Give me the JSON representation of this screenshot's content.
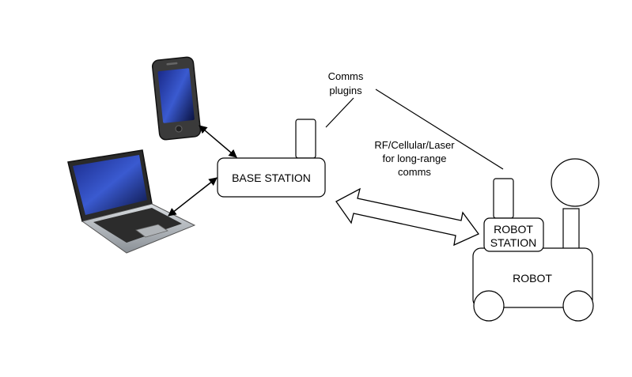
{
  "nodes": {
    "base_station": "BASE STATION",
    "robot_station_line1": "ROBOT",
    "robot_station_line2": "STATION",
    "robot": "ROBOT"
  },
  "annotations": {
    "comms_line1": "Comms",
    "comms_line2": "plugins",
    "link_line1": "RF/Cellular/Laser",
    "link_line2": "for long-range",
    "link_line3": "comms"
  },
  "icons": [
    "smartphone-icon",
    "laptop-icon"
  ],
  "colors": {
    "stroke": "#000000",
    "fill": "#ffffff"
  }
}
